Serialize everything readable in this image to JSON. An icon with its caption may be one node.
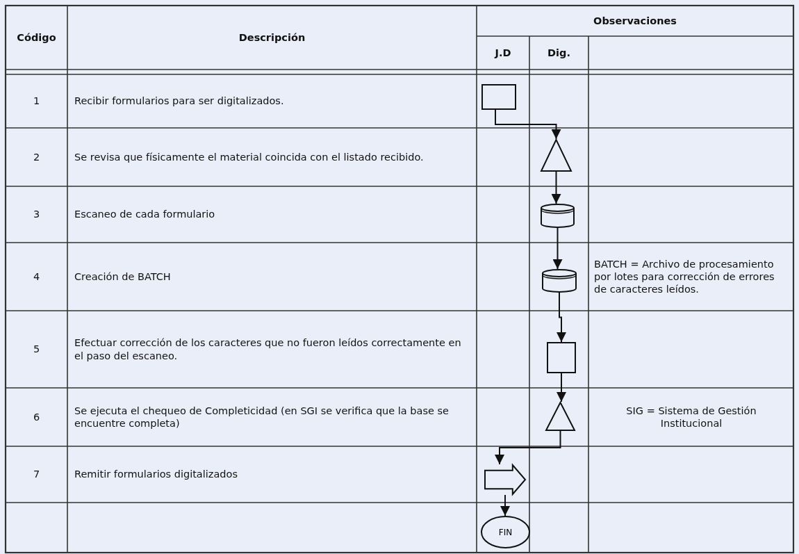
{
  "diagram": {
    "nodes": [
      {
        "text": [],
        "shape": "box"
      },
      {
        "text": [],
        "shape": "triangle"
      },
      {
        "text": [],
        "shape": "cylinder"
      },
      {
        "text": [],
        "shape": "cylinder"
      },
      {
        "text": [],
        "shape": "box"
      },
      {
        "text": [],
        "shape": "triangle"
      },
      {
        "text": [],
        "shape": "arrow"
      },
      {
        "text": [
          "FIN"
        ]
      }
    ],
    "edges": [
      {
        "from": 0,
        "to": 1,
        "arrow": "to"
      },
      {
        "from": 1,
        "to": 2,
        "arrow": "to"
      },
      {
        "from": 2,
        "to": 3,
        "arrow": "to"
      },
      {
        "from": 3,
        "to": 4,
        "arrow": "to"
      },
      {
        "from": 4,
        "to": 5,
        "arrow": "to"
      },
      {
        "from": 5,
        "to": 6,
        "arrow": "to"
      },
      {
        "from": 6,
        "to": 7,
        "arrow": "to"
      }
    ],
    "labels": [
      "Código",
      "Descripción",
      "Observaciones",
      "J.D",
      "Dig.",
      "1",
      "Recibir formularios para ser digitalizados.",
      "2",
      "Se revisa que físicamente el material coincida con el listado recibido.",
      "3",
      "Escaneo de cada formulario",
      "4",
      "Creación de BATCH",
      "BATCH = Archivo  de procesamiento por lotes para corrección de errores de caracteres leídos.",
      "5",
      "Efectuar  corrección de los caracteres que no fueron leídos correctamente en el paso del escaneo.",
      "6",
      "Se ejecuta el chequeo de Completicidad (en SGI se verifica que la base se encuentre completa)",
      "SIG = Sistema de Gestión Institucional",
      "7",
      "Remitir formularios digitalizados"
    ]
  }
}
